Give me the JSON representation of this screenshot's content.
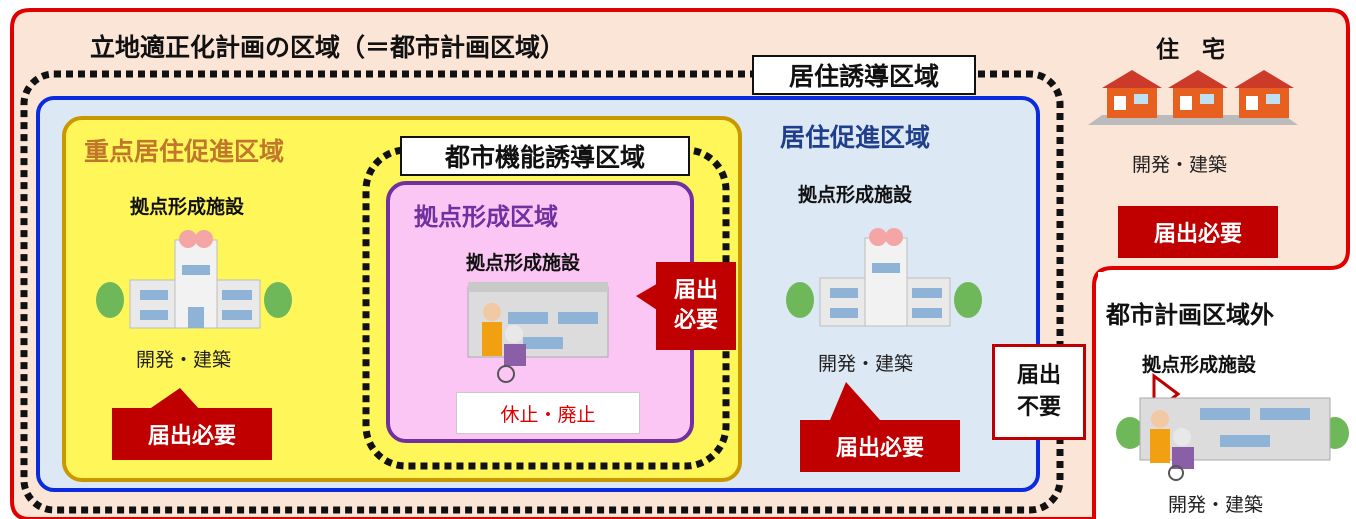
{
  "planning_area": {
    "title": "立地適正化計画の区域（＝都市計画区域）"
  },
  "residential_induction": {
    "label": "居住誘導区域"
  },
  "residential_promotion": {
    "label": "居住促進区域",
    "facility": "拠点形成施設",
    "action": "開発・建築",
    "notice": "届出必要"
  },
  "priority_residential": {
    "label": "重点居住促進区域",
    "facility": "拠点形成施設",
    "action": "開発・建築",
    "notice": "届出必要"
  },
  "urban_function_induction": {
    "label": "都市機能誘導区域"
  },
  "hub_formation": {
    "label": "拠点形成区域",
    "facility": "拠点形成施設",
    "action": "休止・廃止",
    "notice_line1": "届出",
    "notice_line2": "必要"
  },
  "housing": {
    "label": "住　宅",
    "action": "開発・建築",
    "notice": "届出必要"
  },
  "outside_area": {
    "label": "都市計画区域外",
    "facility": "拠点形成施設",
    "action": "開発・建築",
    "notice_line1": "届出",
    "notice_line2": "不要"
  },
  "colors": {
    "planning_border": "#e00000",
    "planning_fill": "#fbe5d6",
    "blue_border": "#0a2be0",
    "blue_fill": "#dde8f5",
    "gold_border": "#c99700",
    "yellow_fill": "#fff65a",
    "purple_border": "#7030a0",
    "pink_fill": "#fbc6f4",
    "callout_red": "#c00000"
  },
  "icons": [
    "building-icon",
    "care-facility-icon",
    "house-icon"
  ]
}
